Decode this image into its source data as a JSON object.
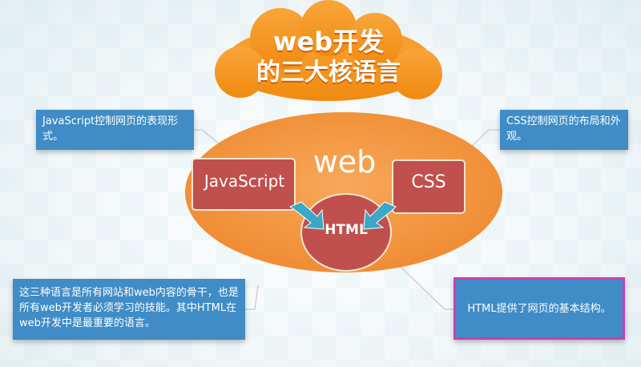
{
  "title": {
    "line1": "web开发",
    "line2": "的三大核语言"
  },
  "ellipse_label": "web",
  "nodes": {
    "javascript": "JavaScript",
    "css": "CSS",
    "html": "HTML"
  },
  "callouts": {
    "javascript": "JavaScript控制网页的表现形式。",
    "css": "CSS控制网页的布局和外观。",
    "three_languages": "这三种语言是所有网站和web内容的骨干，也是所有web开发者必须学习的技能。其中HTML在web开发中是最重要的语言。",
    "html": "HTML提供了网页的基本结构。"
  },
  "colors": {
    "cloud": "#f6921e",
    "ellipse": "#f59a45",
    "node": "#c0504d",
    "callout": "#3f8cc6",
    "arrow": "#3aa8c8",
    "highlight_border": "#cc3fb0"
  }
}
